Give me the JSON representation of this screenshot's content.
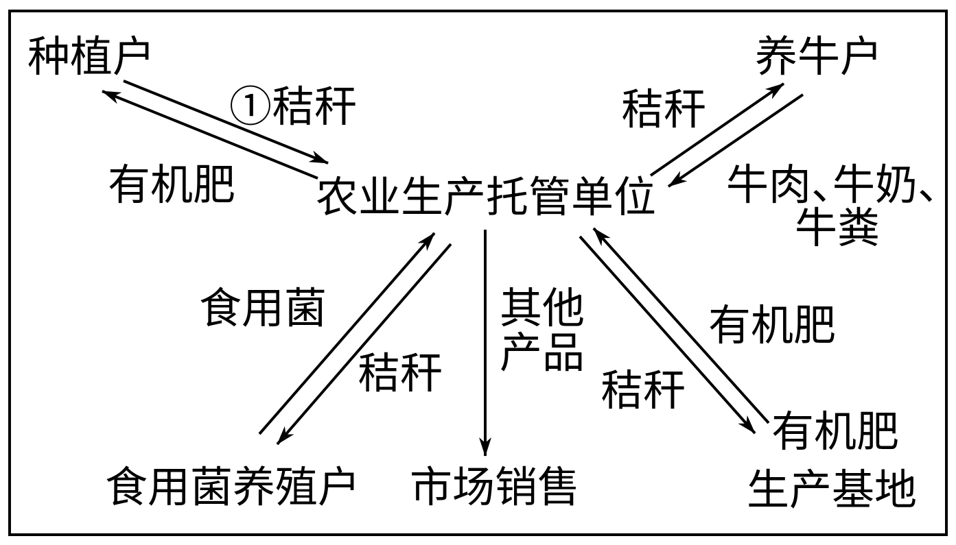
{
  "nodes": {
    "planter": {
      "label": "种植户"
    },
    "cattle_farmer": {
      "label": "养牛户"
    },
    "hub": {
      "label": "农业生产托管单位"
    },
    "mushroom_farmer": {
      "label": "食用菌养殖户"
    },
    "market": {
      "label": "市场销售"
    },
    "fertilizer_base": {
      "lines": [
        "有机肥",
        "生产基地"
      ]
    }
  },
  "edges": {
    "planter_to_hub": {
      "label": "①秸秆"
    },
    "hub_to_planter": {
      "label": "有机肥"
    },
    "hub_to_cattle_farmer": {
      "label": "秸秆"
    },
    "cattle_farmer_to_hub": {
      "lines": [
        "牛肉、牛奶、",
        "牛粪"
      ]
    },
    "mushroom_farmer_to_hub": {
      "label": "食用菌"
    },
    "hub_to_mushroom_farmer": {
      "label": "秸秆"
    },
    "hub_to_market": {
      "lines": [
        "其他",
        "产品"
      ]
    },
    "hub_to_fertilizer_base": {
      "label": "秸秆"
    },
    "fertilizer_base_to_hub": {
      "label": "有机肥"
    }
  },
  "colors": {
    "ink": "#000000",
    "background": "#ffffff"
  }
}
